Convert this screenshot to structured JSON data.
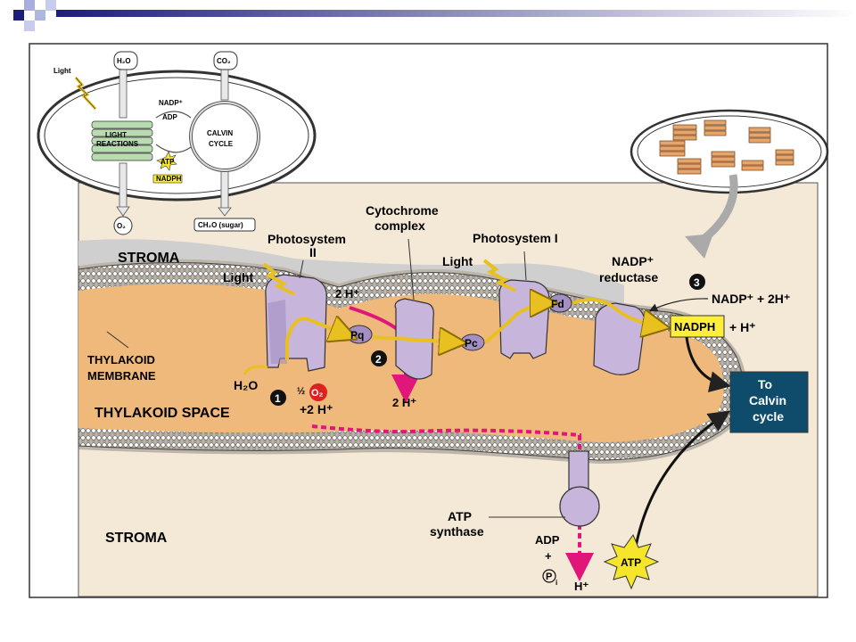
{
  "colors": {
    "stroma": "#f4e8d6",
    "thylakoid_space": "#f0b97c",
    "protein": "#c8b5dc",
    "proton_path": "#e0167a",
    "electron_path": "#e8c020",
    "calvin_box": "#0f4c6c",
    "nadph_box": "#ffef3a",
    "atp_star": "#f5e62b"
  },
  "overview": {
    "light": "Light",
    "h2o_top": "H₂O",
    "co2": "CO₂",
    "nadp": "NADP⁺",
    "adp": "ADP",
    "light_reactions_1": "LIGHT",
    "light_reactions_2": "REACTIONS",
    "calvin_1": "CALVIN",
    "calvin_2": "CYCLE",
    "atp": "ATP",
    "nadph": "NADPH",
    "o2": "O₂",
    "sugar": "CH₂O (sugar)"
  },
  "labels": {
    "stroma_top": "STROMA",
    "stroma_bottom": "STROMA",
    "photosystem_ii_1": "Photosystem",
    "photosystem_ii_2": "II",
    "cytochrome_1": "Cytochrome",
    "cytochrome_2": "complex",
    "photosystem_i": "Photosystem I",
    "light_left": "Light",
    "light_right": "Light",
    "nadp_reductase_1": "NADP⁺",
    "nadp_reductase_2": "reductase",
    "step3": "3",
    "nadp_plus_2h": "NADP⁺ + 2H⁺",
    "nadph": "NADPH",
    "plus_h": "+ H⁺",
    "two_h_top": "2 H⁺",
    "pq": "Pq",
    "pc": "Pc",
    "fd": "Fd",
    "step2": "2",
    "step1": "1",
    "thylakoid_membrane_1": "THYLAKOID",
    "thylakoid_membrane_2": "MEMBRANE",
    "h2o": "H₂O",
    "half": "½",
    "o2": "O₂",
    "plus_2h": "+2 H⁺",
    "two_h_mid": "2 H⁺",
    "thylakoid_space": "THYLAKOID SPACE",
    "calvin_1": "To",
    "calvin_2": "Calvin",
    "calvin_3": "cycle",
    "atp_synthase_1": "ATP",
    "atp_synthase_2": "synthase",
    "adp": "ADP",
    "plus": "+",
    "pi": "P",
    "pi_sub": "i",
    "h_plus_bottom": "H⁺",
    "atp": "ATP"
  }
}
